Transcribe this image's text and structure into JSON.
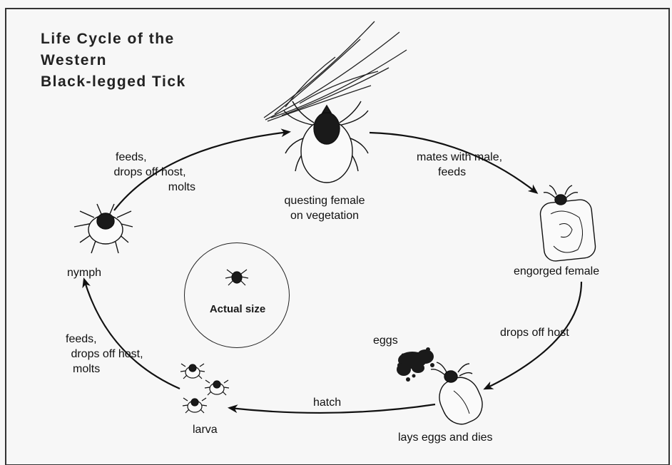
{
  "title": {
    "line1": "Life Cycle of the",
    "line2": "Western",
    "line3": "Black-legged Tick"
  },
  "stages": {
    "questing": {
      "line1": "questing female",
      "line2": "on vegetation"
    },
    "engorged": "engorged female",
    "eggs": "eggs",
    "lays": "lays eggs and dies",
    "larva": "larva",
    "nymph": "nymph"
  },
  "transitions": {
    "mates": {
      "line1": "mates with male,",
      "line2": "feeds"
    },
    "drops": "drops off host",
    "hatch": "hatch",
    "larva_feeds": {
      "line1": "feeds,",
      "line2": "drops off host,",
      "line3": "molts"
    },
    "nymph_feeds": {
      "line1": "feeds,",
      "line2": "drops off host,",
      "line3": "molts"
    }
  },
  "actual_size": "Actual size"
}
